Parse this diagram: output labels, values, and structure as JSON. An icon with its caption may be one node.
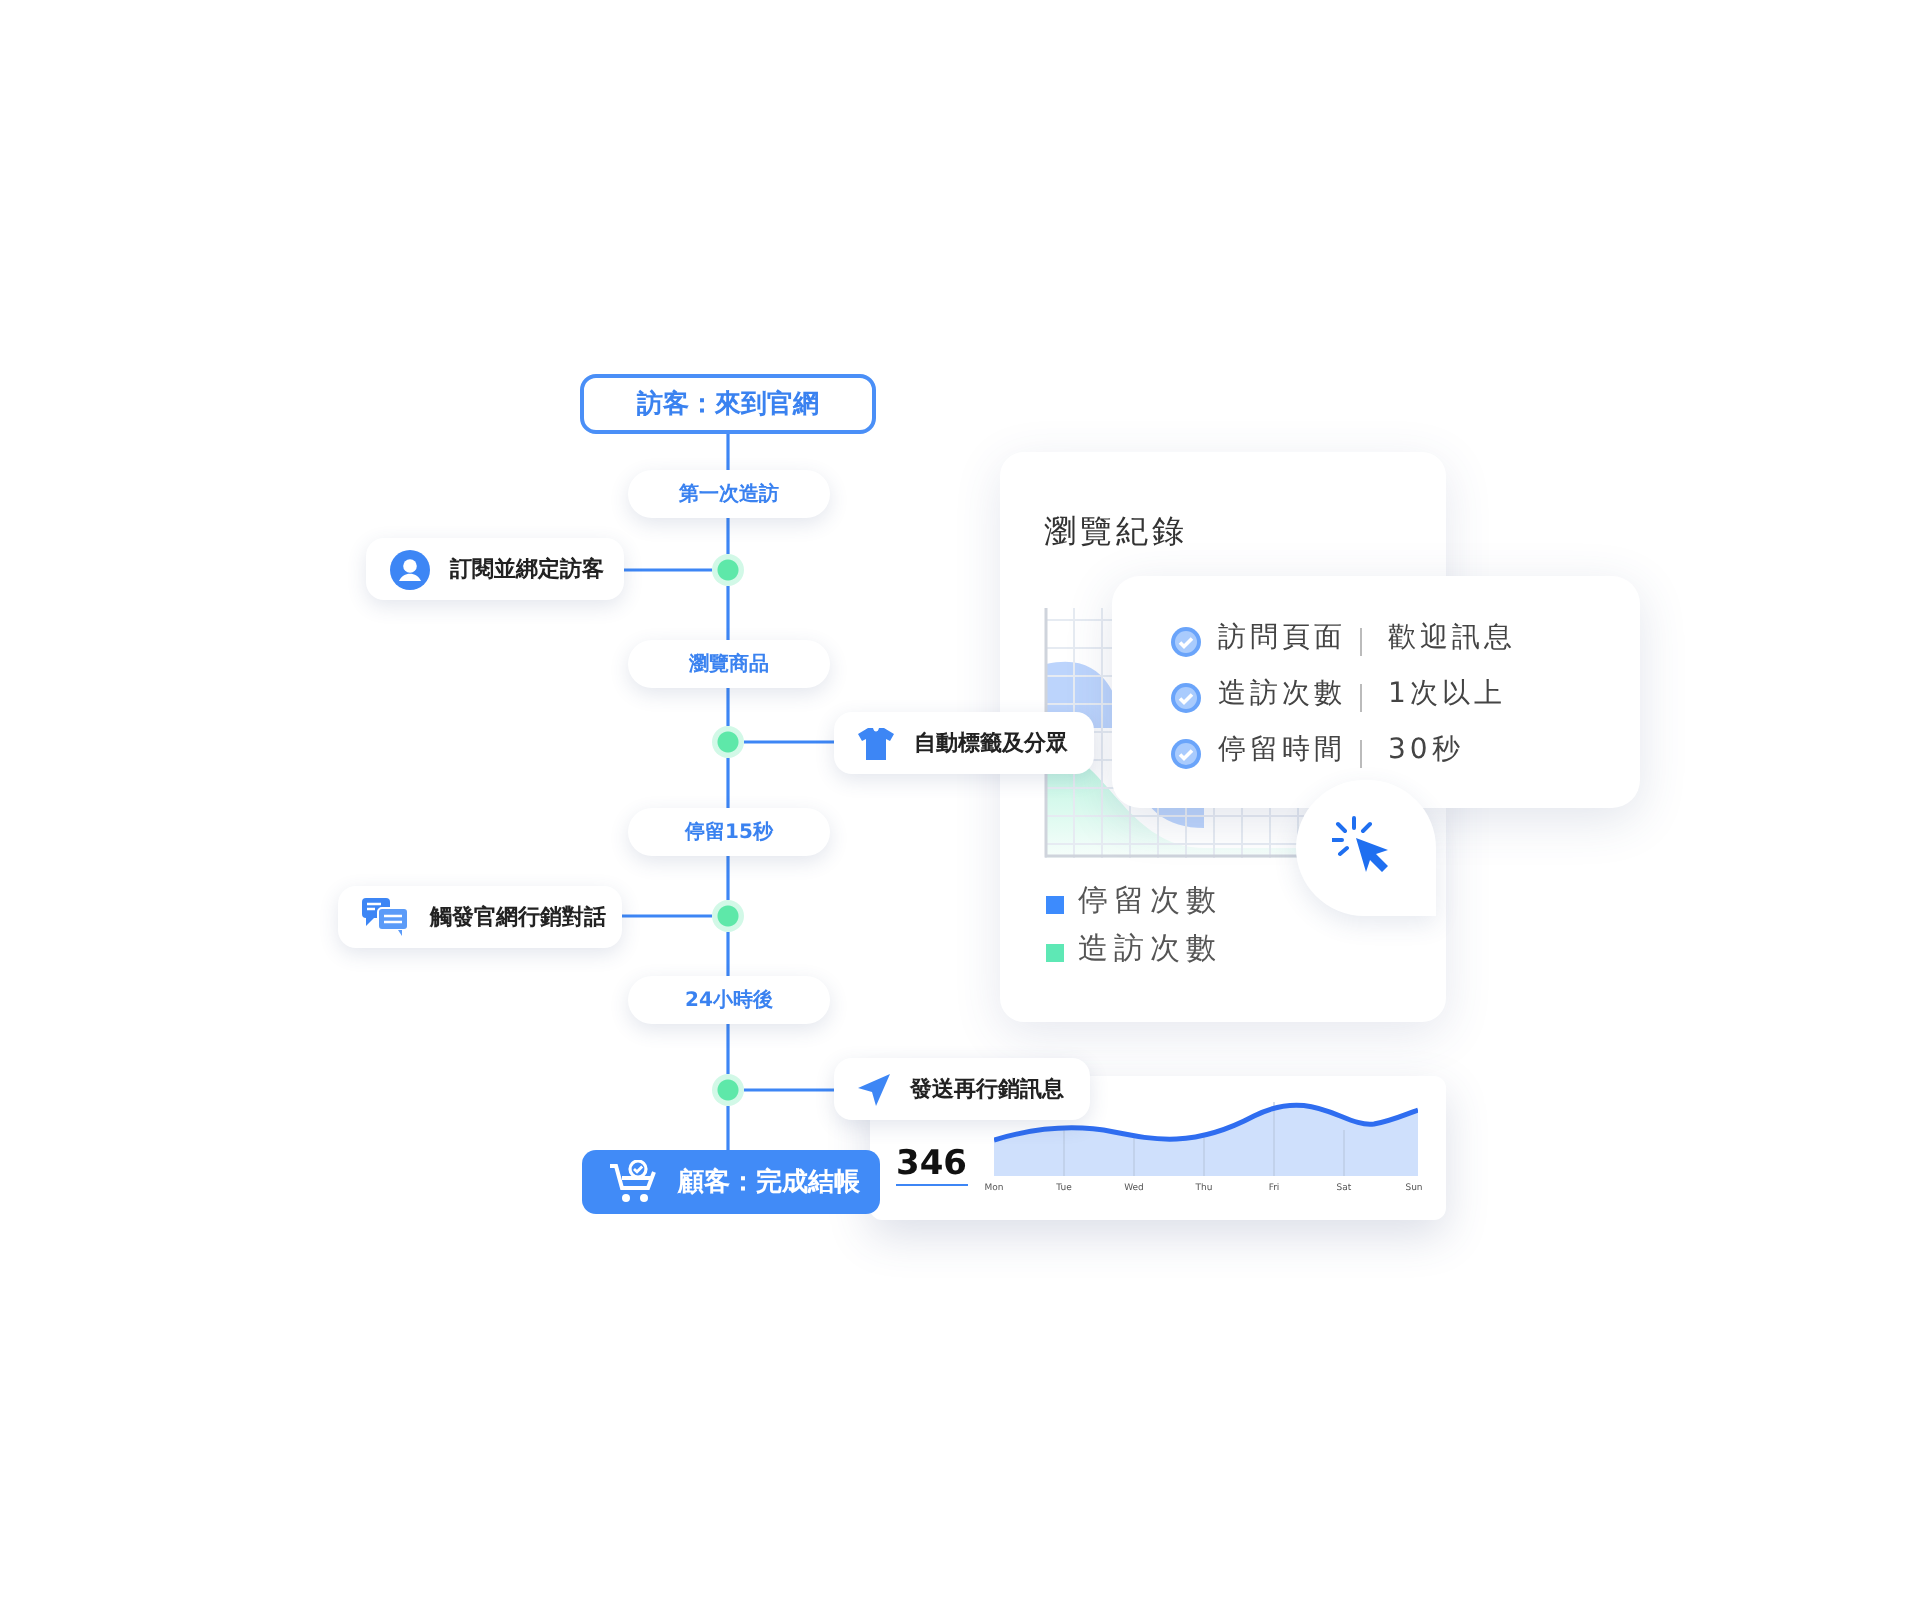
{
  "diagram": {
    "nodes": [
      {
        "text": [
          "訪客：來到官網"
        ]
      },
      {
        "text": [
          "第一次造訪"
        ]
      },
      {
        "text": [],
        "shape": "circle"
      },
      {
        "text": [
          "訂閱並綁定訪客"
        ]
      },
      {
        "text": [
          "瀏覽商品"
        ]
      },
      {
        "text": [],
        "shape": "circle"
      },
      {
        "text": [
          "自動標籤及分眾"
        ]
      },
      {
        "text": [
          "停留15秒"
        ]
      },
      {
        "text": [],
        "shape": "circle"
      },
      {
        "text": [
          "觸發官網行銷對話"
        ]
      },
      {
        "text": [
          "24小時後"
        ]
      },
      {
        "text": [],
        "shape": "circle"
      },
      {
        "text": [
          "發送再行銷訊息"
        ]
      },
      {
        "text": [
          "顧客：完成結帳"
        ]
      },
      {
        "text": [
          "瀏覽紀錄"
        ]
      },
      {
        "text": [
          "訪問頁面",
          "歡迎訊息",
          "造訪次數",
          "1次以上",
          "停留時間",
          "30秒"
        ]
      }
    ],
    "edges": [
      {
        "from": 0,
        "to": 1,
        "arrow": "none"
      },
      {
        "from": 1,
        "to": 2,
        "arrow": "none"
      },
      {
        "from": 2,
        "to": 3,
        "arrow": "none"
      },
      {
        "from": 2,
        "to": 4,
        "arrow": "none"
      },
      {
        "from": 4,
        "to": 5,
        "arrow": "none"
      },
      {
        "from": 5,
        "to": 6,
        "arrow": "none"
      },
      {
        "from": 5,
        "to": 7,
        "arrow": "none"
      },
      {
        "from": 7,
        "to": 8,
        "arrow": "none"
      },
      {
        "from": 8,
        "to": 9,
        "arrow": "none"
      },
      {
        "from": 8,
        "to": 10,
        "arrow": "none"
      },
      {
        "from": 10,
        "to": 11,
        "arrow": "none"
      },
      {
        "from": 11,
        "to": 12,
        "arrow": "none"
      },
      {
        "from": 11,
        "to": 13,
        "arrow": "none"
      }
    ],
    "labels": [
      "346",
      "Mon",
      "Tue",
      "Wed",
      "Thu",
      "Fri",
      "Sat",
      "Sun"
    ],
    "legend": [
      {
        "text": "停留次數",
        "color": "#3d8bfd"
      },
      {
        "text": "造訪次數",
        "color": "#5ee8b5"
      }
    ]
  }
}
